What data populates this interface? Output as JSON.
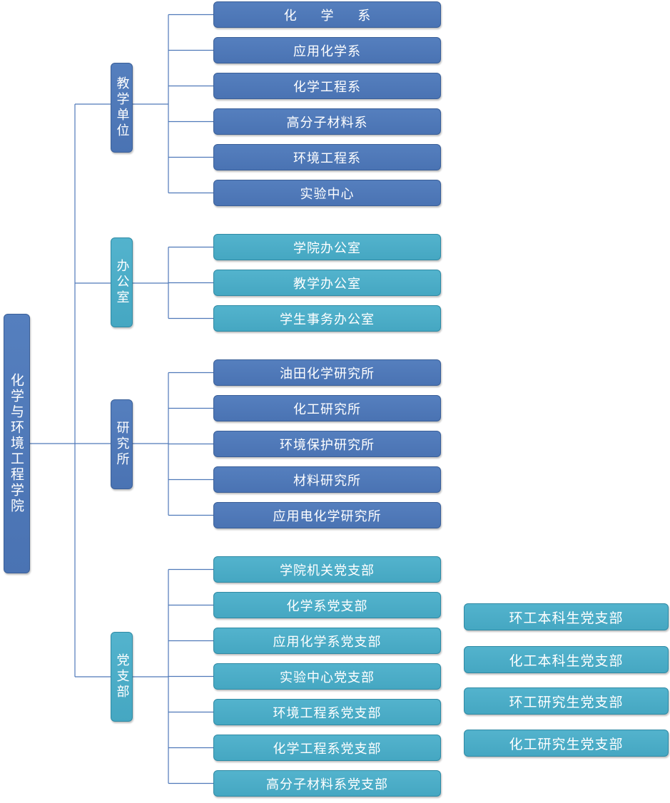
{
  "root": {
    "label": "化学与环境工程学院"
  },
  "colors": {
    "blue": "#4f79b9",
    "teal": "#4aacc6",
    "line": "#4f79b9"
  },
  "groups": [
    {
      "label": "教学单位",
      "color": "blue",
      "items": [
        "化 学 系",
        "应用化学系",
        "化学工程系",
        "高分子材料系",
        "环境工程系",
        "实验中心"
      ]
    },
    {
      "label": "办公室",
      "color": "teal",
      "items": [
        "学院办公室",
        "教学办公室",
        "学生事务办公室"
      ]
    },
    {
      "label": "研究所",
      "color": "blue",
      "items": [
        "油田化学研究所",
        "化工研究所",
        "环境保护研究所",
        "材料研究所",
        "应用电化学研究所"
      ]
    },
    {
      "label": "党支部",
      "color": "teal",
      "items": [
        "学院机关党支部",
        "化学系党支部",
        "应用化学系党支部",
        "实验中心党支部",
        "环境工程系党支部",
        "化学工程系党支部",
        "高分子材料系党支部"
      ]
    }
  ],
  "extra_branches": {
    "items": [
      "环工本科生党支部",
      "化工本科生党支部",
      "环工研究生党支部",
      "化工研究生党支部"
    ]
  }
}
